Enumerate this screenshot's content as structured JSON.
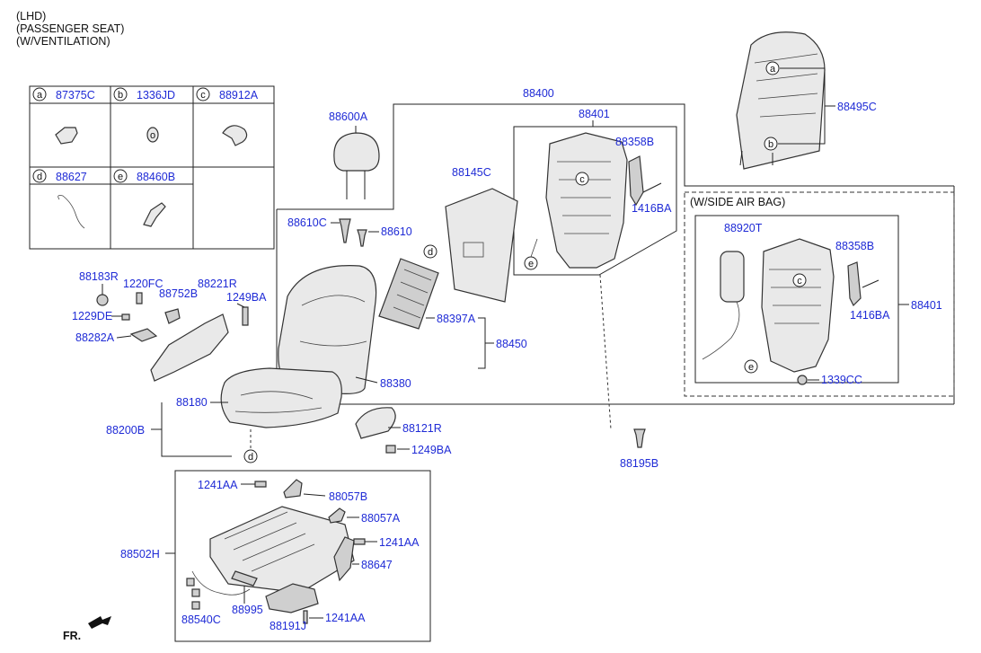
{
  "header": {
    "line1": "(LHD)",
    "line2": "(PASSENGER SEAT)",
    "line3": "(W/VENTILATION)"
  },
  "legend": [
    {
      "letter": "a",
      "part": "87375C"
    },
    {
      "letter": "b",
      "part": "1336JD"
    },
    {
      "letter": "c",
      "part": "88912A"
    },
    {
      "letter": "d",
      "part": "88627"
    },
    {
      "letter": "e",
      "part": "88460B"
    }
  ],
  "side_airbag_box": {
    "title": "(W/SIDE AIR BAG)"
  },
  "labels": {
    "p88400": "88400",
    "p88401": "88401",
    "p88401b": "88401",
    "p88495C": "88495C",
    "p88600A": "88600A",
    "p88145C": "88145C",
    "p88358B": "88358B",
    "p88358Bb": "88358B",
    "p1416BA": "1416BA",
    "p1416BAb": "1416BA",
    "p88610C": "88610C",
    "p88610": "88610",
    "p88920T": "88920T",
    "p88183R": "88183R",
    "p1220FC": "1220FC",
    "p88221R": "88221R",
    "p88752B": "88752B",
    "p1249BA": "1249BA",
    "p1249BAb": "1249BA",
    "p1229DE": "1229DE",
    "p88282A": "88282A",
    "p88397A": "88397A",
    "p88450": "88450",
    "p88380": "88380",
    "p1339CC": "1339CC",
    "p88180": "88180",
    "p88200B": "88200B",
    "p88121R": "88121R",
    "p88195B": "88195B",
    "p1241AA": "1241AA",
    "p1241AAb": "1241AA",
    "p1241AAc": "1241AA",
    "p88057B": "88057B",
    "p88057A": "88057A",
    "p88502H": "88502H",
    "p88647": "88647",
    "p88540C": "88540C",
    "p88995": "88995",
    "p88191J": "88191J"
  },
  "callouts": {
    "a": "a",
    "b": "b",
    "c": "c",
    "d": "d",
    "e": "e",
    "o": "o"
  },
  "direction": {
    "label": "FR."
  }
}
